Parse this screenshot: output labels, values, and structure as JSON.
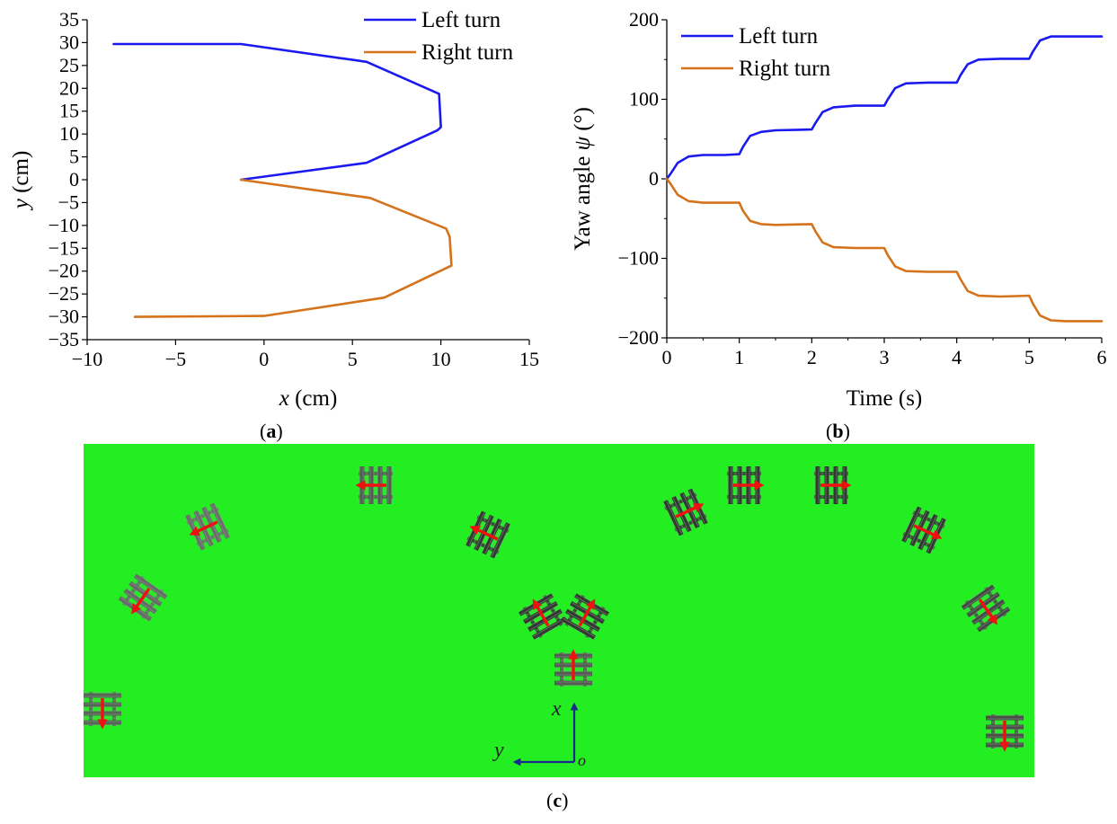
{
  "chart_data": [
    {
      "type": "line",
      "panel": "a",
      "xlabel": "x (cm)",
      "ylabel": "y (cm)",
      "xlim": [
        -10,
        15
      ],
      "ylim": [
        -35,
        35
      ],
      "xticks": [
        -10,
        -5,
        0,
        5,
        10,
        15
      ],
      "xtick_labels": [
        "−10",
        "−5",
        "0",
        "5",
        "10",
        "15"
      ],
      "yticks": [
        35,
        30,
        25,
        20,
        15,
        10,
        5,
        0,
        -5,
        -10,
        -15,
        -20,
        -25,
        -30,
        -35
      ],
      "ytick_labels": [
        "35",
        "30",
        "25",
        "20",
        "15",
        "10",
        "5",
        "0",
        "−5",
        "−10",
        "−15",
        "−20",
        "−25",
        "−30",
        "−35"
      ],
      "grid": false,
      "legend": "top-right",
      "series": [
        {
          "name": "Left turn",
          "color": "#1a1aee",
          "x": [
            -1.3,
            5.8,
            9.8,
            10.0,
            9.9,
            5.8,
            -1.3,
            -8.5
          ],
          "y": [
            0.0,
            3.7,
            10.8,
            11.5,
            18.8,
            25.8,
            29.7,
            29.7
          ]
        },
        {
          "name": "Right turn",
          "color": "#d4731b",
          "x": [
            -1.3,
            6.0,
            10.3,
            10.5,
            10.6,
            6.8,
            0.0,
            -7.3
          ],
          "y": [
            0.0,
            -4.0,
            -10.7,
            -12.5,
            -18.8,
            -25.8,
            -29.8,
            -30.0
          ]
        }
      ]
    },
    {
      "type": "line",
      "panel": "b",
      "xlabel": "Time (s)",
      "ylabel": "Yaw angle ψ (°)",
      "xlim": [
        0,
        6
      ],
      "ylim": [
        -200,
        200
      ],
      "xticks": [
        0,
        1,
        2,
        3,
        4,
        5,
        6
      ],
      "yticks": [
        200,
        100,
        0,
        -100,
        -200
      ],
      "ytick_labels": [
        "200",
        "100",
        "0",
        "−100",
        "−200"
      ],
      "grid": false,
      "legend": "top-left",
      "series": [
        {
          "name": "Left turn",
          "color": "#1a1aee",
          "x": [
            0,
            0.05,
            0.15,
            0.3,
            0.5,
            0.8,
            1.0,
            1.05,
            1.15,
            1.3,
            1.5,
            2.0,
            2.05,
            2.15,
            2.3,
            2.6,
            3.0,
            3.05,
            3.15,
            3.3,
            3.6,
            4.0,
            4.05,
            4.15,
            4.3,
            4.6,
            5.0,
            5.05,
            5.15,
            5.3,
            5.5,
            6.0
          ],
          "y": [
            0,
            6,
            20,
            28,
            30,
            30,
            31,
            40,
            54,
            59,
            61,
            62,
            70,
            84,
            90,
            92,
            92,
            100,
            114,
            120,
            121,
            121,
            130,
            144,
            150,
            151,
            151,
            160,
            174,
            179,
            179,
            179
          ]
        },
        {
          "name": "Right turn",
          "color": "#d4731b",
          "x": [
            0,
            0.05,
            0.15,
            0.3,
            0.5,
            0.8,
            1.0,
            1.05,
            1.15,
            1.3,
            1.5,
            2.0,
            2.05,
            2.15,
            2.3,
            2.6,
            3.0,
            3.05,
            3.15,
            3.3,
            3.6,
            4.0,
            4.05,
            4.15,
            4.3,
            4.6,
            5.0,
            5.05,
            5.15,
            5.3,
            5.5,
            6.0
          ],
          "y": [
            0,
            -6,
            -20,
            -28,
            -30,
            -30,
            -30,
            -40,
            -53,
            -57,
            -58,
            -57,
            -66,
            -80,
            -86,
            -87,
            -87,
            -96,
            -110,
            -116,
            -117,
            -117,
            -126,
            -141,
            -147,
            -148,
            -147,
            -157,
            -172,
            -178,
            -179,
            -179
          ]
        }
      ]
    }
  ],
  "labels": {
    "a": "a",
    "b": "b",
    "c": "c"
  },
  "photo": {
    "background": "#22ee22",
    "arrow_color": "#ee1111",
    "axis_color": "#1a2a8c",
    "axis_x_label": "x",
    "axis_y_label": "y",
    "axis_origin_label": "o"
  }
}
